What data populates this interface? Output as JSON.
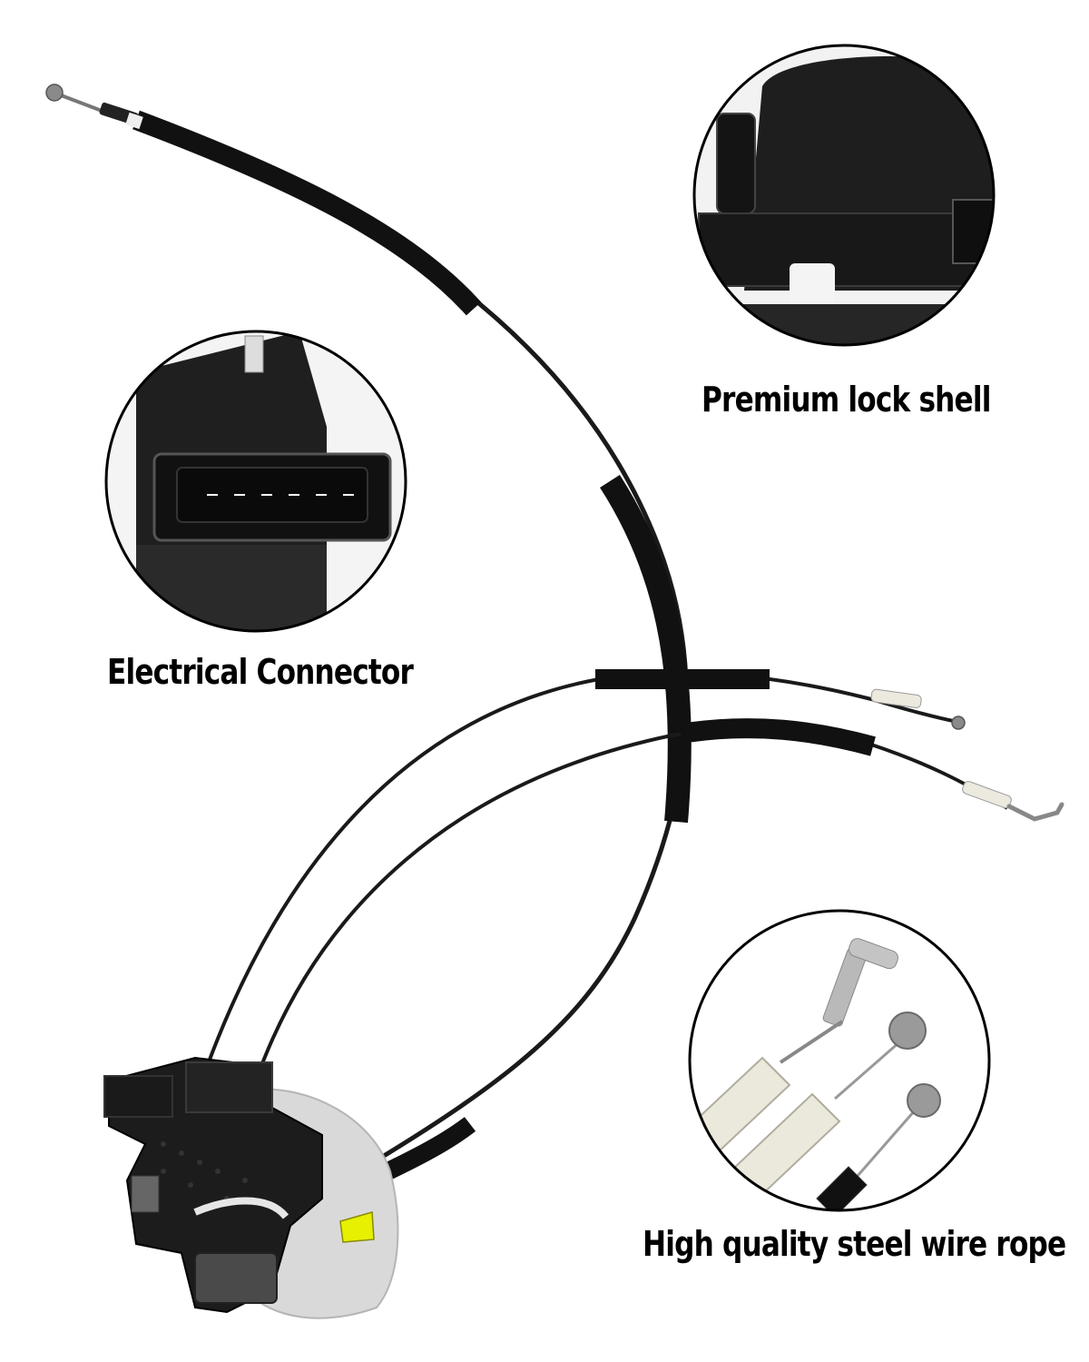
{
  "callouts": {
    "lock_shell": "Premium lock shell",
    "electrical_connector": "Electrical Connector",
    "steel_wire": "High quality steel wire rope"
  },
  "colors": {
    "background": "#ffffff",
    "cable_sleeve": "#111111",
    "cable_wire": "#1a1a1a",
    "circle_border": "#000000",
    "latch_body": "#1c1c1c",
    "latch_plate": "#d9d9d9",
    "accent_yellow": "#e6f000",
    "end_fitting": "#e8e8e0"
  },
  "icons": [
    "door-latch-actuator",
    "cable-assembly",
    "electrical-connector",
    "lock-shell",
    "cable-ends"
  ]
}
